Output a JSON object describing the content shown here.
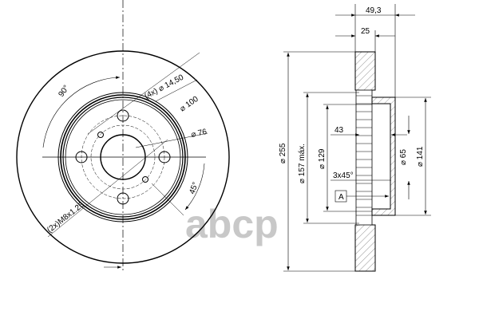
{
  "front_view": {
    "angle_top": "90°",
    "angle_bottom": "45°",
    "bolt_holes": "(4x) ⌀ 14,50",
    "pcd": "⌀ 100",
    "center_bore": "⌀ 76",
    "threads": "(2x)M8x1.25"
  },
  "side_view": {
    "total_width": "49,3",
    "disc_thickness": "25",
    "outer_diameter": "⌀ 255",
    "max_diameter": "⌀ 157 máx.",
    "inner_diameter": "⌀ 129",
    "depth": "43",
    "chamfer": "3x45°",
    "datum": "A",
    "hub_bore": "⌀ 65",
    "hat_diameter": "⌀ 141"
  },
  "watermark": "abcp"
}
